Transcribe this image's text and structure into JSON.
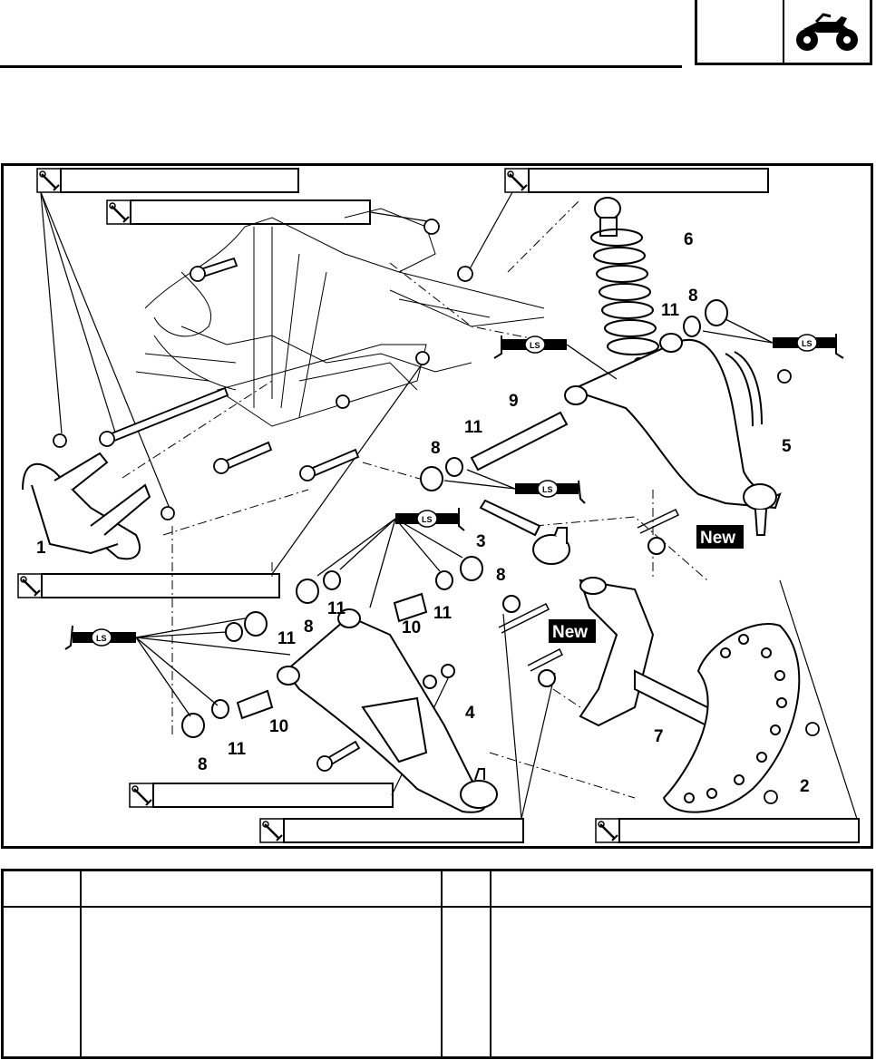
{
  "header": {
    "icon": "atv-icon"
  },
  "diagram": {
    "callouts": [
      "1",
      "2",
      "3",
      "4",
      "5",
      "6",
      "7",
      "8",
      "9",
      "10",
      "11"
    ],
    "new_tag": "New",
    "ls_tag": "LS",
    "colors": {
      "ink": "#000000",
      "tag_bg": "#000000",
      "tag_text": "#ffffff",
      "part_fill": "#ffffff"
    }
  },
  "table": {
    "columns": [
      "",
      "",
      "",
      ""
    ],
    "rows": [
      [
        "",
        "",
        "",
        ""
      ]
    ]
  }
}
